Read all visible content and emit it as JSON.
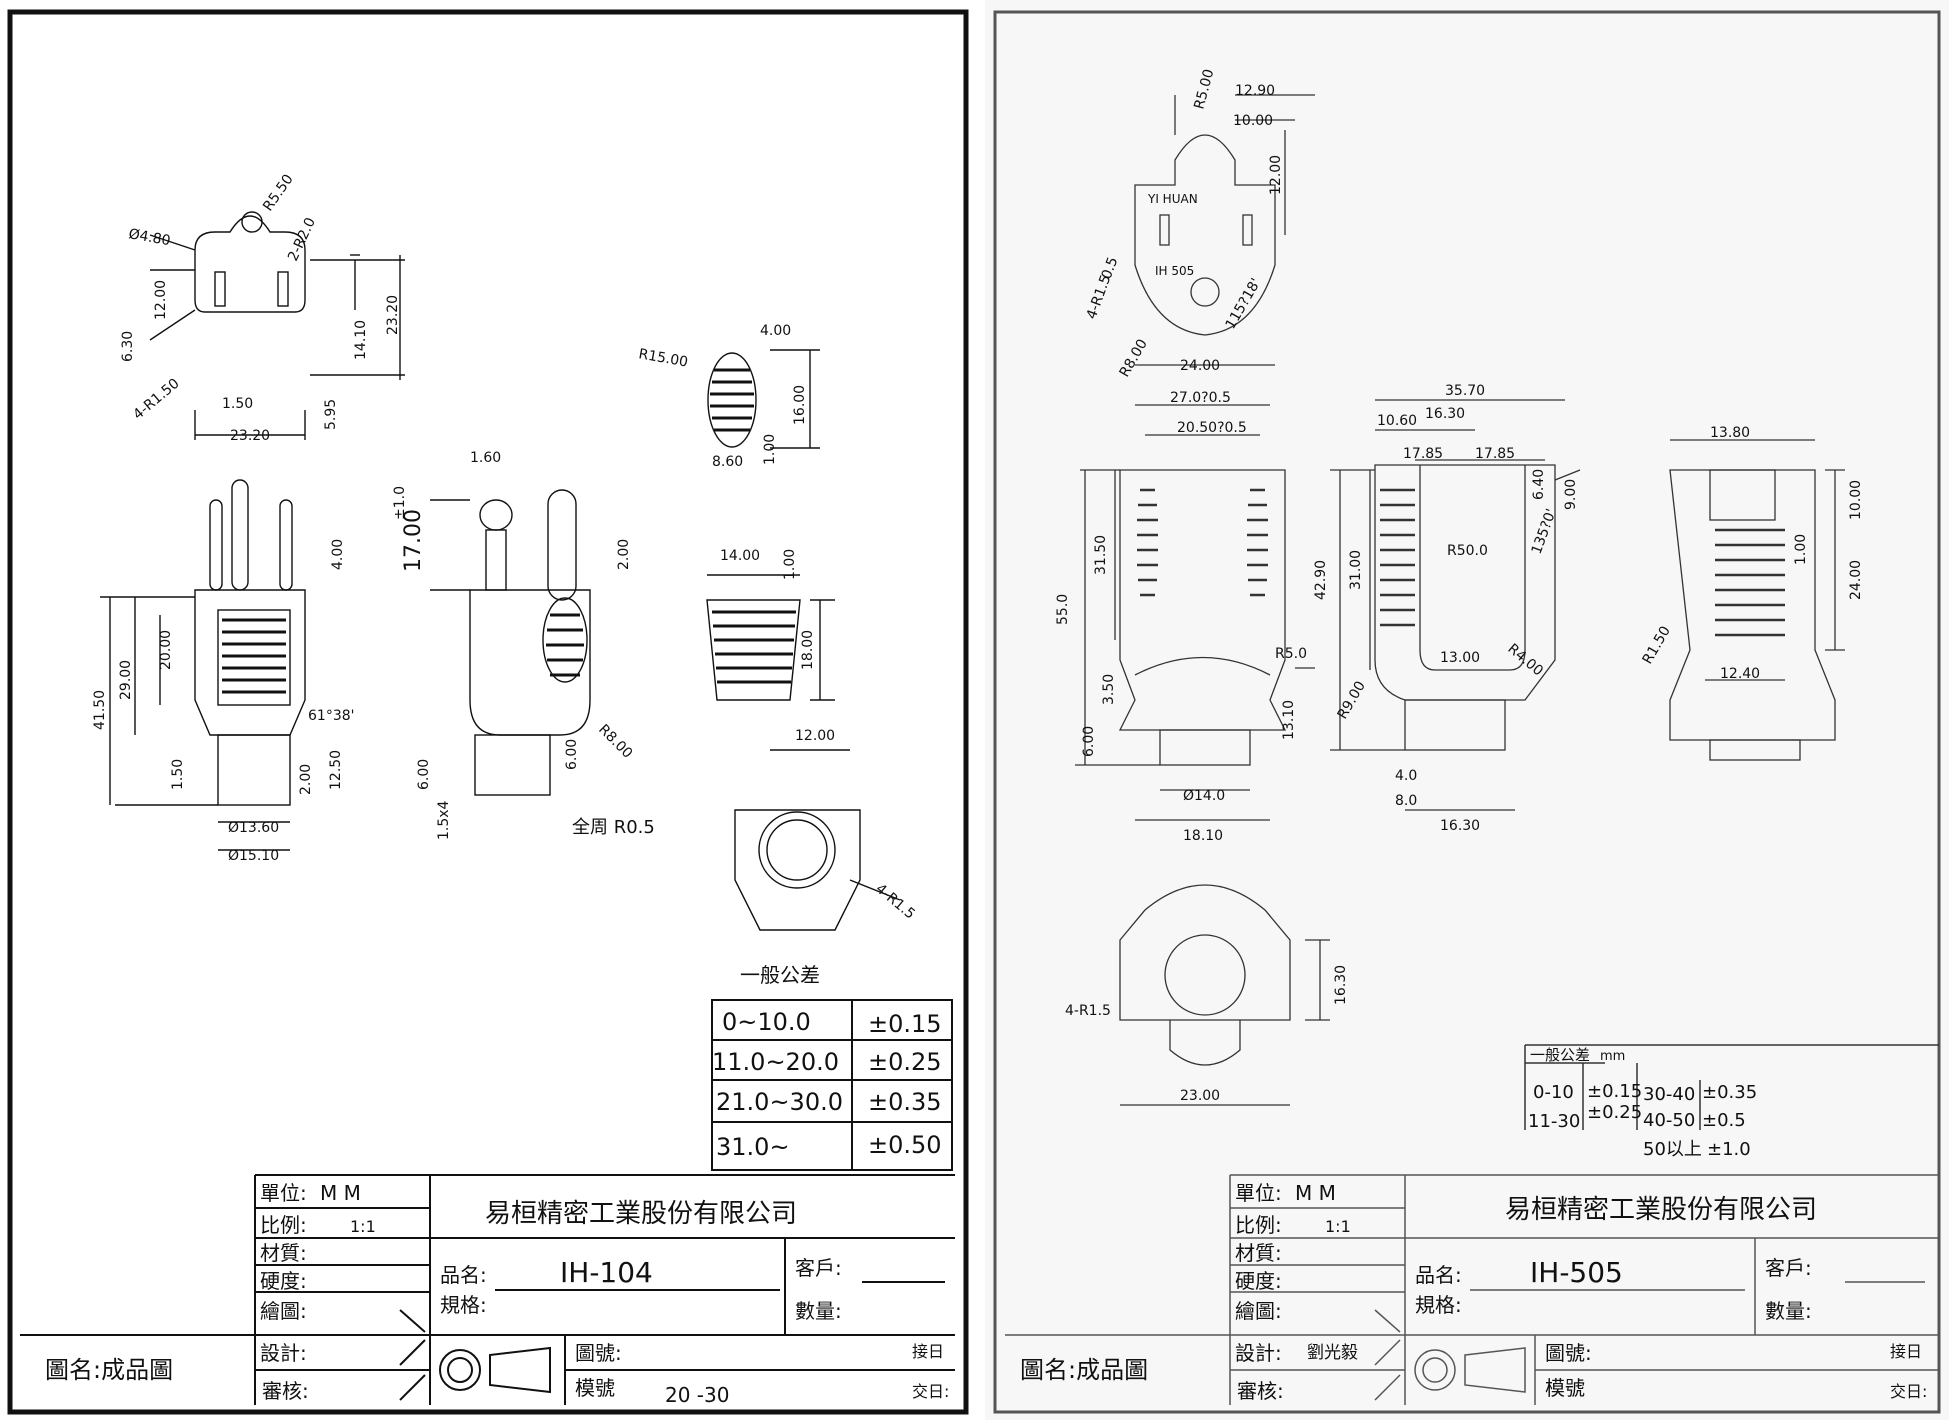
{
  "left": {
    "top_view_dims": {
      "hole_dia": "Ø4.80",
      "r1": "R5.50",
      "r2": "2-R2.0",
      "h1": "12.00",
      "h2": "6.30",
      "h3": "14.10",
      "h4": "23.20",
      "corner_r": "4-R1.50",
      "d1": "1.50",
      "w1": "23.20",
      "d2": "5.95"
    },
    "front_view_dims": {
      "pin": "4.00",
      "h41": "41.50",
      "h29": "29.00",
      "h20": "20.00",
      "h150": "1.50",
      "angle": "61°38'",
      "h1250": "12.50",
      "h200": "2.00",
      "dia1360": "Ø13.60",
      "dia1510": "Ø15.10"
    },
    "side_view_dims": {
      "w160": "1.60",
      "h17": "17.00",
      "tol": "±1.0",
      "h200b": "2.00",
      "h600": "6.00",
      "h600b": "6.00",
      "r8": "R8.00",
      "pitch": "1.5x4",
      "all_r": "全周 R0.5"
    },
    "grip_dims": {
      "r15": "R15.00",
      "w400": "4.00",
      "h1600": "16.00",
      "w860": "8.60",
      "h100": "1.00"
    },
    "trap_dims": {
      "w1400": "14.00",
      "h100": "1.00",
      "h1800": "18.00",
      "w1200": "12.00"
    },
    "bottom_dims": {
      "r": "4-R1.5"
    },
    "tolerance": {
      "title": "一般公差",
      "rows": [
        {
          "range": "0~10.0",
          "tol": "±0.15"
        },
        {
          "range": "11.0~20.0",
          "tol": "±0.25"
        },
        {
          "range": "21.0~30.0",
          "tol": "±0.35"
        },
        {
          "range": "31.0~",
          "tol": "±0.50"
        }
      ]
    },
    "title_block": {
      "unit_label": "單位:",
      "unit_value": "M   M",
      "scale_label": "比例:",
      "scale_value": "1:1",
      "material_label": "材質:",
      "hardness_label": "硬度:",
      "drawn_label": "繪圖:",
      "design_label": "設計:",
      "review_label": "審核:",
      "company": "易桓精密工業股份有限公司",
      "product_label": "品名:",
      "product_value": "IH-104",
      "spec_label": "規格:",
      "customer_label": "客戶:",
      "qty_label": "數量:",
      "drawing_no_label": "圖號:",
      "mold_label": "模號",
      "mold_value": "20 -30",
      "receive_label": "接日",
      "deliver_label": "交日:",
      "drawing_name": "圖名:成品圖"
    }
  },
  "right": {
    "top_dims": {
      "r500": "R5.00",
      "w1290": "12.90",
      "w1000": "10.00",
      "h1200": "12.00",
      "brand": "YI  HUAN",
      "model": "IH  505",
      "d05": "0.5",
      "corner": "4-R1.5",
      "angle": "115?18'",
      "r800": "R8.00",
      "w2400": "24.00"
    },
    "front_dims": {
      "w2700": "27.0?0.5",
      "w2050": "20.50?0.5",
      "h550": "55.0",
      "h3150": "31.50",
      "h350": "3.50",
      "h600": "6.00",
      "r50": "R5.0",
      "h1310": "13.10",
      "dia14": "Ø14.0",
      "w1810": "18.10"
    },
    "section_dims": {
      "w3570": "35.70",
      "w1060": "10.60",
      "w1630": "16.30",
      "w1785a": "17.85",
      "w1785b": "17.85",
      "h640": "6.40",
      "h900": "9.00",
      "h4290": "42.90",
      "h3100": "31.00",
      "r500": "R50.0",
      "angle": "135?0'",
      "r900": "R9.00",
      "w1300": "13.00",
      "r400": "R4.00",
      "d40": "4.0",
      "d80": "8.0",
      "w1630b": "16.30"
    },
    "side_dims": {
      "w1380": "13.80",
      "h1000": "10.00",
      "h100": "1.00",
      "h2400": "24.00",
      "r150": "R1.50",
      "w1240": "12.40"
    },
    "bottom_dims": {
      "corner": "4-R1.5",
      "h1630": "16.30",
      "w2300": "23.00"
    },
    "tolerance": {
      "title": "一般公差",
      "unit": "mm",
      "r1": "0-10",
      "r2": "11-30",
      "t1": "±0.15",
      "t2": "±0.25",
      "r3": "30-40",
      "t3": "±0.35",
      "r4": "40-50",
      "t4": "±0.5",
      "r5": "50以上",
      "t5": "±1.0"
    },
    "title_block": {
      "unit_label": "單位:",
      "unit_value": "M   M",
      "scale_label": "比例:",
      "scale_value": "1:1",
      "material_label": "材質:",
      "hardness_label": "硬度:",
      "drawn_label": "繪圖:",
      "design_label": "設計:",
      "design_value": "劉光毅",
      "review_label": "審核:",
      "company": "易桓精密工業股份有限公司",
      "product_label": "品名:",
      "product_value": "IH-505",
      "spec_label": "規格:",
      "customer_label": "客戶:",
      "qty_label": "數量:",
      "drawing_no_label": "圖號:",
      "mold_label": "模號",
      "receive_label": "接日",
      "deliver_label": "交日:",
      "drawing_name": "圖名:成品圖"
    }
  }
}
